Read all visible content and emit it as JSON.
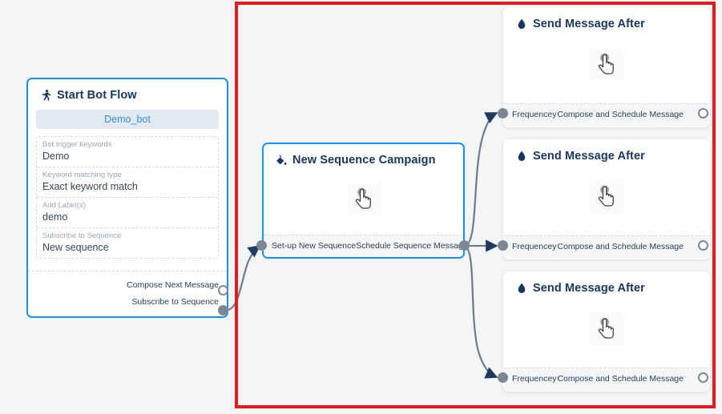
{
  "canvas": {
    "background_color": "#f4f5f7",
    "highlight_frame_color": "#e8181f"
  },
  "nodes": {
    "start_bot_flow": {
      "title": "Start Bot Flow",
      "icon": "running-person-icon",
      "bot_pill": "Demo_bot",
      "fields": [
        {
          "label": "Bot trigger keywords",
          "value": "Demo"
        },
        {
          "label": "Keyword matching type",
          "value": "Exact keyword match"
        },
        {
          "label": "Add Label(s)",
          "value": "demo"
        },
        {
          "label": "Subscribe to Sequence",
          "value": "New sequence"
        }
      ],
      "ports": [
        {
          "label": "Compose Next Message",
          "state": "hollow"
        },
        {
          "label": "Subscribe to Sequence",
          "state": "filled"
        }
      ]
    },
    "new_sequence_campaign": {
      "title": "New Sequence Campaign",
      "icon": "paint-pour-icon",
      "hand_icon": "pointing-hand-cursor-icon",
      "left_port_label": "Set-up New Sequence",
      "right_port_label": "Schedule Sequence Message",
      "left_port_state": "filled",
      "right_port_state": "filled"
    },
    "send_message_after": [
      {
        "title": "Send Message After",
        "icon": "water-drop-icon",
        "hand_icon": "pointing-hand-cursor-icon",
        "left_port_label": "Frequencey",
        "right_port_label": "Compose and Schedule Message",
        "left_port_state": "filled",
        "right_port_state": "hollow"
      },
      {
        "title": "Send Message After",
        "icon": "water-drop-icon",
        "hand_icon": "pointing-hand-cursor-icon",
        "left_port_label": "Frequencey",
        "right_port_label": "Compose and Schedule Message",
        "left_port_state": "filled",
        "right_port_state": "hollow"
      },
      {
        "title": "Send Message After",
        "icon": "water-drop-icon",
        "hand_icon": "pointing-hand-cursor-icon",
        "left_port_label": "Frequencey",
        "right_port_label": "Compose and Schedule Message",
        "left_port_state": "filled",
        "right_port_state": "hollow"
      }
    ]
  },
  "colors": {
    "node_selected_border": "#1890ff",
    "title_text": "#17375e",
    "pill_background": "#e2e9f0",
    "pill_text": "#2f8ee0",
    "edge_stroke": "#6e7b8b",
    "arrow_fill": "#1f3a5f",
    "port_fill": "#7d8794"
  }
}
